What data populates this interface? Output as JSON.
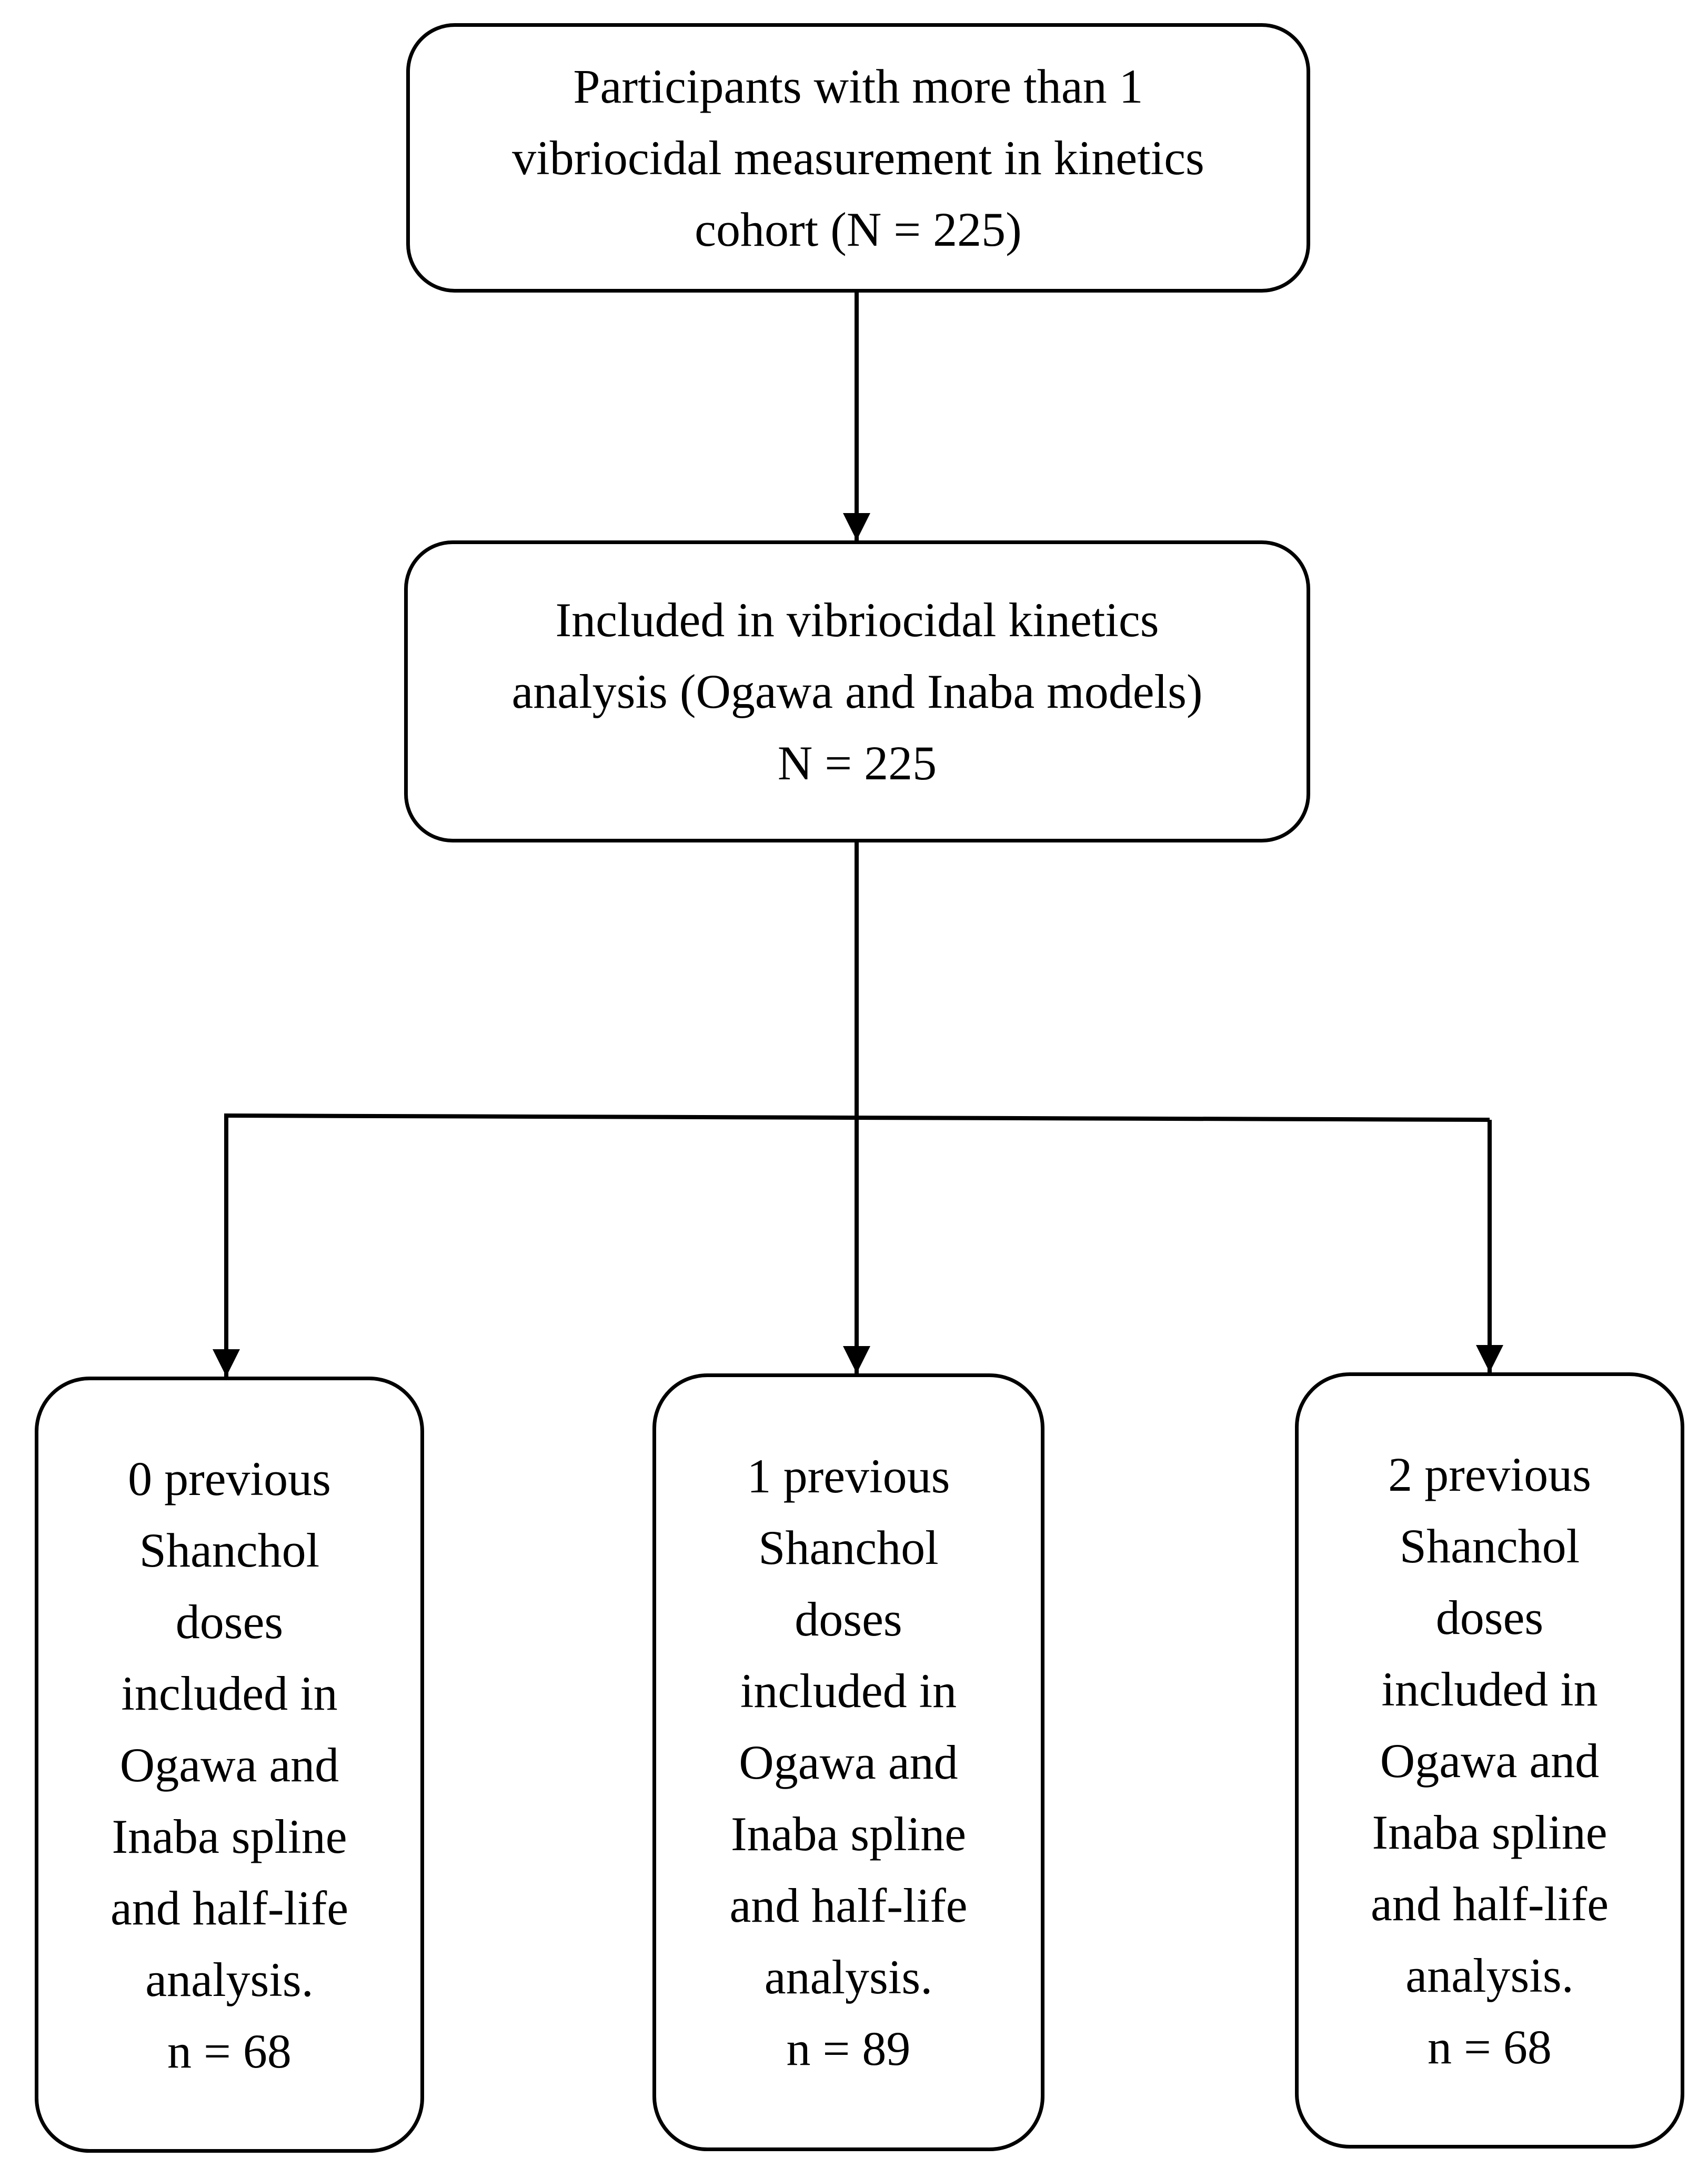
{
  "participants_box": {
    "lines": [
      "Participants with more than 1",
      "vibriocidal measurement in kinetics",
      "cohort (N = 225)"
    ]
  },
  "included_box": {
    "lines": [
      "Included in vibriocidal kinetics",
      "analysis (Ogawa and Inaba models)",
      "N = 225"
    ]
  },
  "dose_boxes": [
    {
      "lines": [
        "0 previous",
        "Shanchol",
        "doses",
        "included in",
        "Ogawa and",
        "Inaba spline",
        "and half-life",
        "analysis."
      ],
      "count": "n = 68"
    },
    {
      "lines": [
        "1 previous",
        "Shanchol",
        "doses",
        "included in",
        "Ogawa and",
        "Inaba spline",
        "and half-life",
        "analysis."
      ],
      "count": "n = 89"
    },
    {
      "lines": [
        "2 previous",
        "Shanchol",
        "doses",
        "included in",
        "Ogawa and",
        "Inaba spline",
        "and half-life",
        "analysis."
      ],
      "count": "n = 68"
    }
  ]
}
